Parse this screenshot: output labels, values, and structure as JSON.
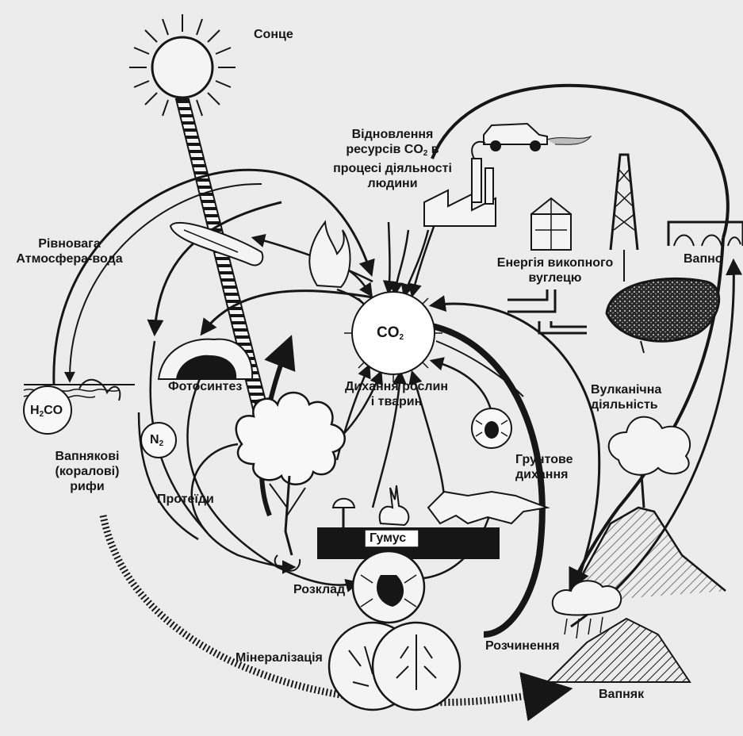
{
  "labels": {
    "sun": "Сонце",
    "restoration_line1": "Відновлення",
    "restoration_line2_pre": "ресурсів CO",
    "restoration_line2_sub": "2",
    "restoration_line2_post": " в",
    "restoration_line3": "процесі діяльності",
    "restoration_line4": "людини",
    "equilibrium_line1": "Рівновага",
    "equilibrium_line2": "Атмосфера-вода",
    "fossil_energy_line1": "Енергія викопного",
    "fossil_energy_line2": "вуглецю",
    "lime": "Вапно",
    "co2_main": "CO",
    "co2_sub": "2",
    "photosynthesis": "Фотосинтез",
    "respiration_line1": "Дихання рослин",
    "respiration_line2": "і тварин",
    "volcanic_line1": "Вулканічна",
    "volcanic_line2": "діяльність",
    "h2co3_main": "H",
    "h2co3_sub": "2",
    "h2co3_post": "CO",
    "n2_main": "N",
    "n2_sub": "2",
    "reefs_line1": "Вапнякові",
    "reefs_line2": "(коралові)",
    "reefs_line3": "рифи",
    "soil_resp_line1": "Грунтове",
    "soil_resp_line2": "дихання",
    "proteins": "Протеїди",
    "humus": "Гумус",
    "decomposition": "Розклад",
    "mineralization": "Мінералізація",
    "dissolution": "Розчинення",
    "limestone": "Вапняк"
  },
  "colors": {
    "ink": "#161616",
    "paper": "#ececec",
    "white": "#ffffff"
  }
}
